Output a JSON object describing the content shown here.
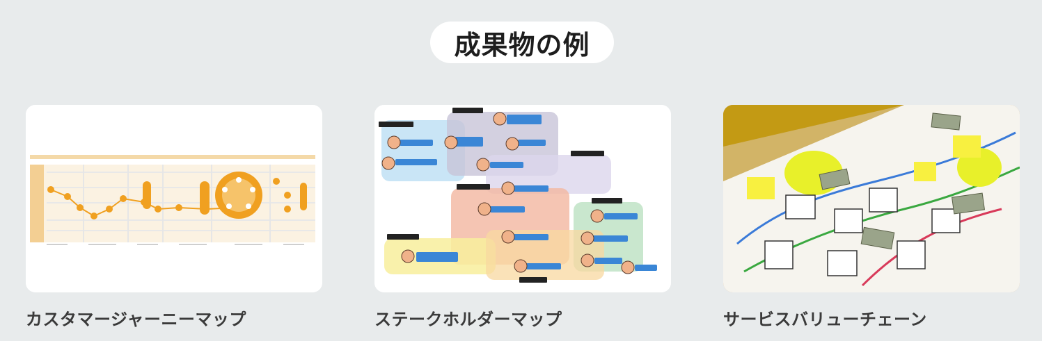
{
  "section": {
    "title": "成果物の例"
  },
  "examples": [
    {
      "caption": "カスタマージャーニーマップ",
      "thumbnail_icon": "customer-journey-map-thumbnail"
    },
    {
      "caption": "ステークホルダーマップ",
      "thumbnail_icon": "stakeholder-map-thumbnail"
    },
    {
      "caption": "サービスバリューチェーン",
      "thumbnail_icon": "service-value-chain-photo"
    }
  ],
  "colors": {
    "background": "#e8ebec",
    "card": "#ffffff",
    "journey_accent": "#f0a020",
    "stakeholder_tag": "#3a86d6"
  }
}
